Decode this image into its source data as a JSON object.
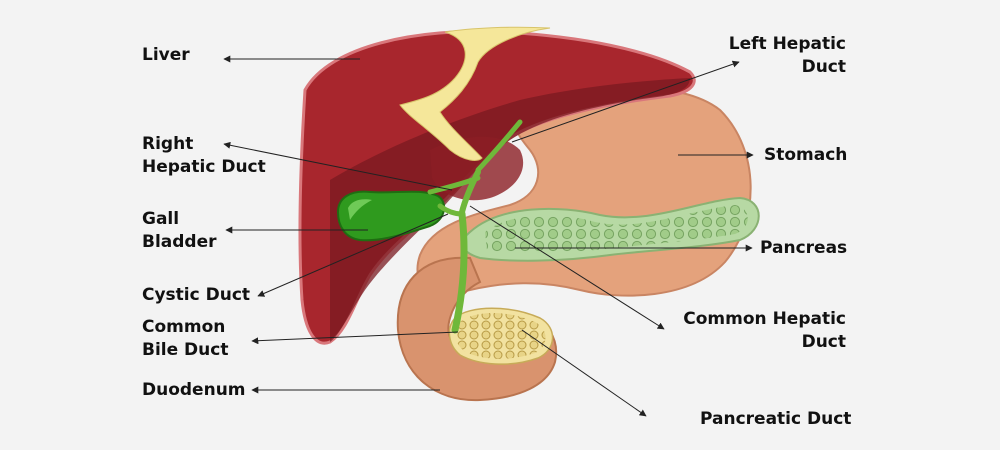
{
  "labels": {
    "liver": [
      "Liver"
    ],
    "right_hepatic_duct": [
      "Right",
      "Hepatic Duct"
    ],
    "gall_bladder": [
      "Gall",
      "Bladder"
    ],
    "cystic_duct": [
      "Cystic Duct"
    ],
    "common_bile_duct": [
      "Common",
      "Bile Duct"
    ],
    "duodenum": [
      "Duodenum"
    ],
    "left_hepatic_duct": [
      "Left Hepatic",
      "Duct"
    ],
    "stomach": [
      "Stomach"
    ],
    "pancreas": [
      "Pancreas"
    ],
    "common_hepatic_duct": [
      "Common Hepatic",
      "Duct"
    ],
    "pancreatic_duct": [
      "Pancreatic Duct"
    ]
  },
  "colors": {
    "liver": "#a8262d",
    "liver_dark": "#7a1a20",
    "stomach": "#e4a27c",
    "duodenum": "#d9936e",
    "gall_bladder": "#2f9a1e",
    "duct": "#6fb83a",
    "pancreas": "#b7d9a4",
    "pancreatic_tissue": "#f2e2a0",
    "ligament": "#f5e79a",
    "leader": "#222222"
  }
}
